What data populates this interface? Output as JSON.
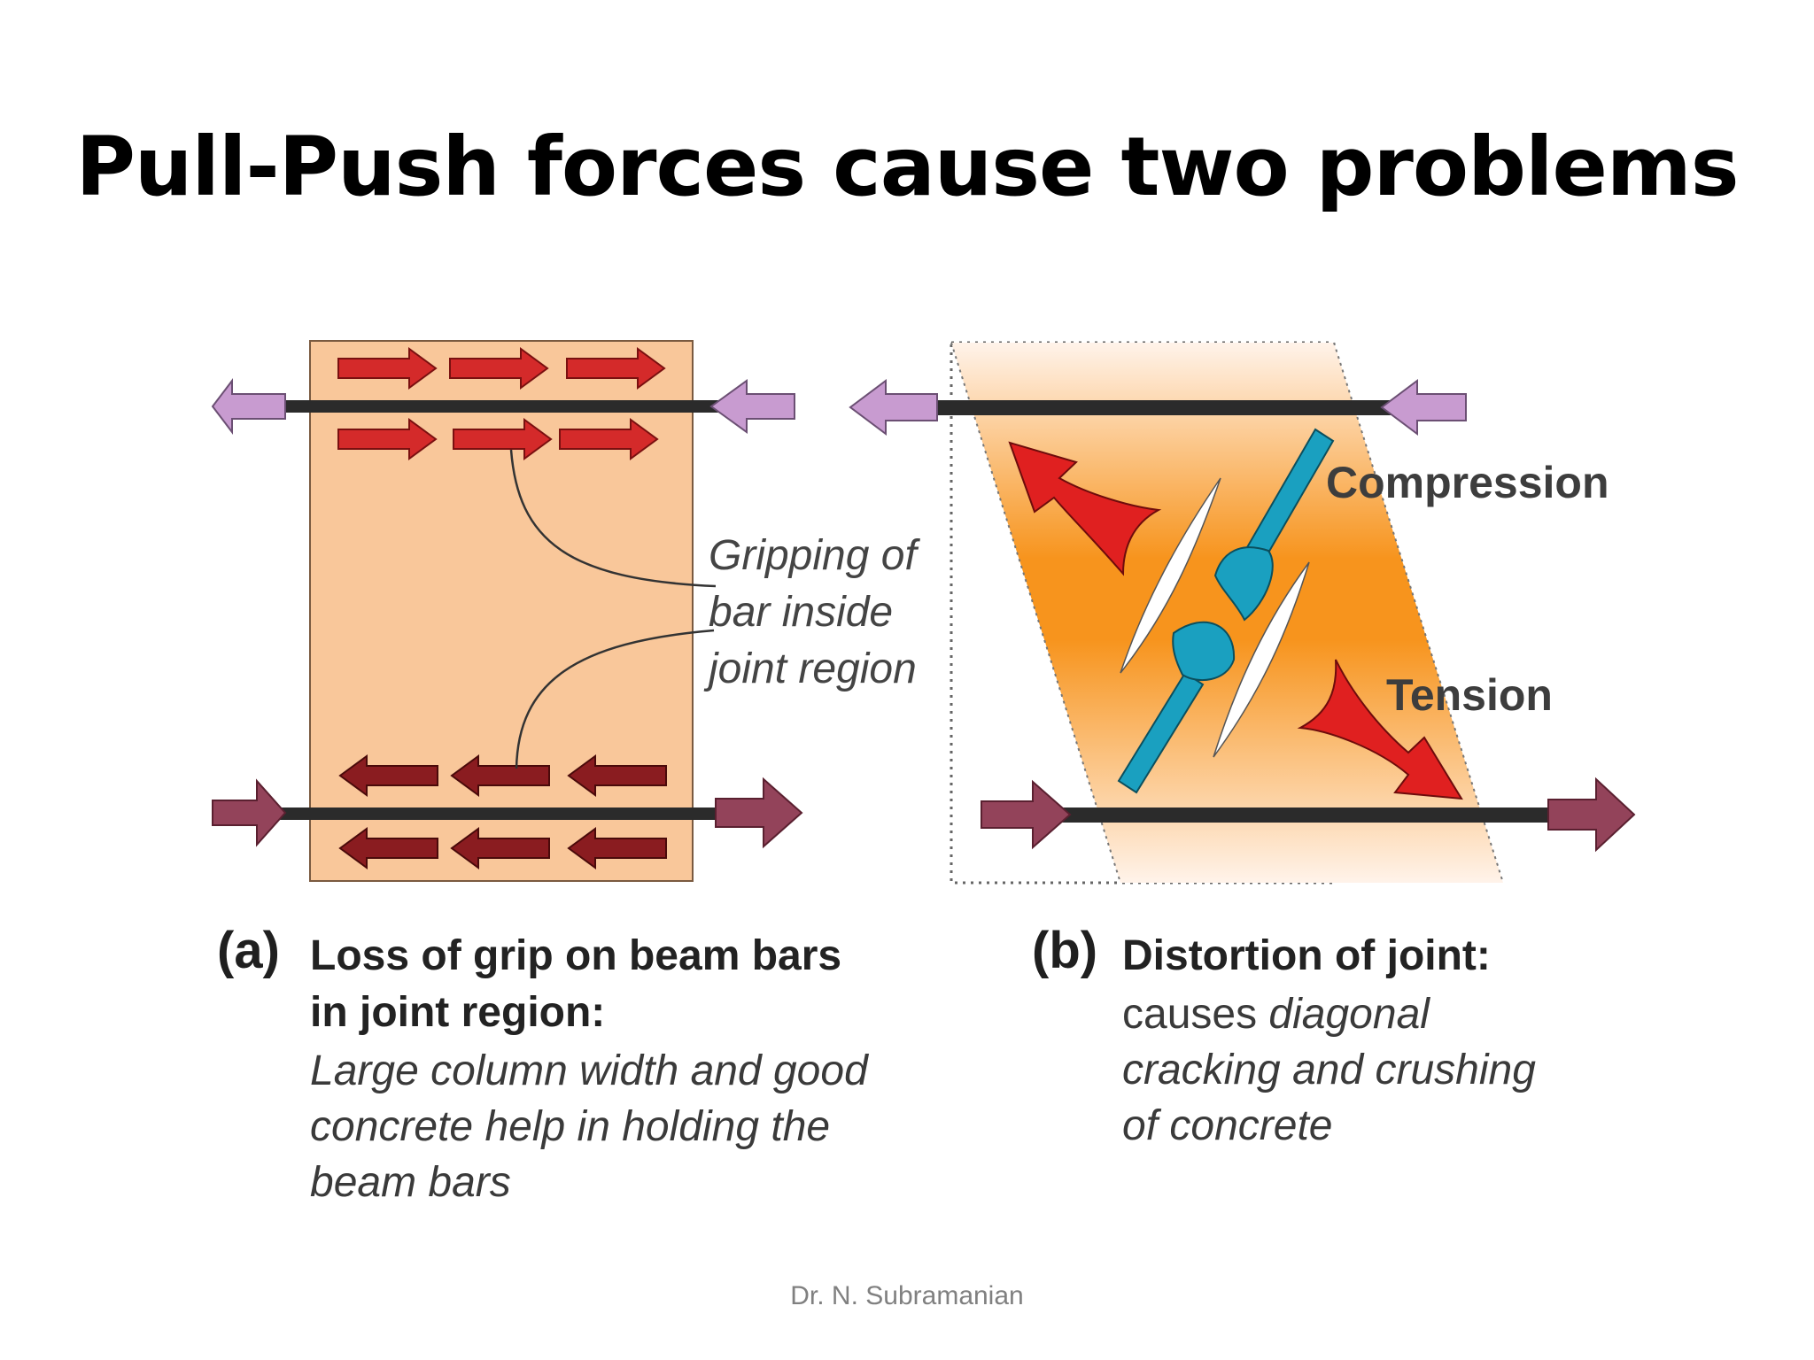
{
  "slide": {
    "title": "Pull-Push forces cause two problems",
    "footer": "Dr. N. Subramanian"
  },
  "panel_a": {
    "tag": "(a)",
    "heading_line1": "Loss of grip on beam bars",
    "heading_line2": "in joint region:",
    "body_line1": "Large column width and good",
    "body_line2": "concrete help in holding the",
    "body_line3": "beam bars",
    "callout_line1": "Gripping of",
    "callout_line2": "bar inside",
    "callout_line3": "joint region"
  },
  "panel_b": {
    "tag": "(b)",
    "heading": "Distortion of joint:",
    "body_line1_plain": "causes ",
    "body_line1_italic": "diagonal",
    "body_line2": "cracking and crushing",
    "body_line3": "of concrete",
    "compression_label": "Compression",
    "tension_label": "Tension"
  },
  "colors": {
    "joint_fill": "#f9c79a",
    "bond_arrow": "#d42a2a",
    "bond_arrow_lower": "#8a1c20",
    "pull_arrow_light": "#c89bd0",
    "push_arrow_dark": "#93435a",
    "strut": "#1aa0c0",
    "tension_arrow": "#e02020",
    "gradient_core": "#f7941d"
  }
}
